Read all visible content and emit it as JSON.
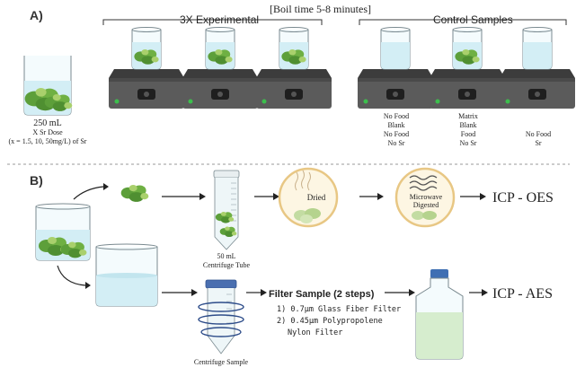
{
  "panel_a": {
    "label": "A)",
    "boil_time": "[Boil time 5-8 minutes]",
    "experimental_header": "3X Experimental",
    "control_header": "Control Samples",
    "beaker_volume": "250 mL",
    "beaker_dose": "X Sr Dose",
    "beaker_conc": "(x = 1.5, 10, 50mg/L) of Sr",
    "control_1": [
      "No Food",
      "Blank",
      "No Food",
      "No Sr"
    ],
    "control_2": [
      "Matrix",
      "Blank",
      "Food",
      "No Sr"
    ],
    "control_3": [
      "No Food",
      "Sr"
    ]
  },
  "panel_b": {
    "label": "B)",
    "tube_volume": "50 mL",
    "tube_name": "Centrifuge Tube",
    "dried_label": "Dried",
    "microwave_line1": "Microwave",
    "microwave_line2": "Digested",
    "icp_oes": "ICP - OES",
    "centrifuge_label": "Centrifuge Sample",
    "filter_title": "Filter Sample (2 steps)",
    "filter_step1": "1) 0.7µm Glass Fiber Filter",
    "filter_step2": "2) 0.45µm Polypropolene",
    "filter_step2b": "Nylon Filter",
    "icp_aes": "ICP - AES"
  },
  "colors": {
    "leaf": "#5d9f3a",
    "leaf_light": "#a9d06c",
    "water": "#d3eef5",
    "hotplate": "#5b5b5b",
    "circle_border": "#e8c784",
    "circle_fill": "#fdf6e3",
    "bottle_liquid": "#d6edce"
  }
}
